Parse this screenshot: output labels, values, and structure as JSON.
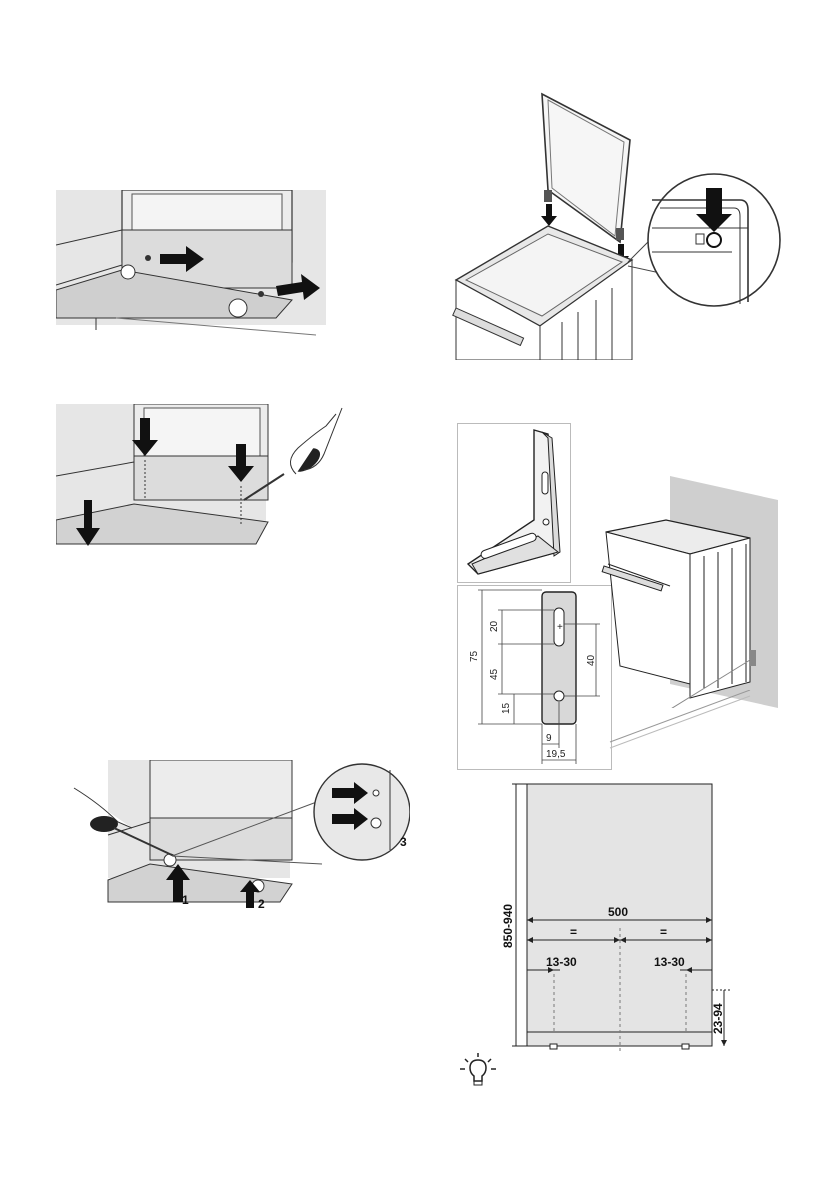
{
  "callouts": {
    "one": "1",
    "two": "2",
    "three": "3"
  },
  "bracket_dims": {
    "d75": "75",
    "d20": "20",
    "d45": "45",
    "d15": "15",
    "d40": "40",
    "d9": "9",
    "d19_5": "19,5"
  },
  "clearance_dims": {
    "height": "850-940",
    "width": "500",
    "eq_left": "=",
    "eq_right": "=",
    "gap_left": "13-30",
    "gap_right": "13-30",
    "foot": "23-94"
  },
  "icons": {
    "tip": "lightbulb-icon"
  },
  "colors": {
    "panel_gray": "#e4e4e4",
    "line": "#222222",
    "wall": "#cfcfcf"
  }
}
